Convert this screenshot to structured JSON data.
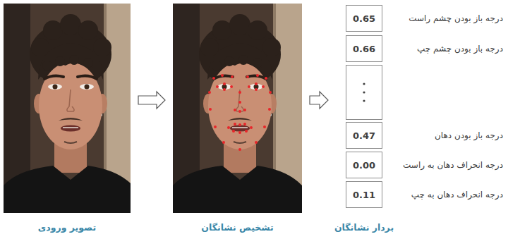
{
  "diagram": {
    "nodes": [
      {
        "text": [
          "تصویر ورودی"
        ]
      },
      {
        "text": [
          "تشخیص نشانگان"
        ]
      },
      {
        "text": [
          "بردار نشانگان"
        ]
      },
      {
        "text": [
          "0.65",
          "درجه باز بودن چشم راست"
        ],
        "in": 2
      },
      {
        "text": [
          "0.66",
          "درجه باز بودن چشم چپ"
        ],
        "in": 2
      },
      {
        "text": [
          "0.47",
          "درجه باز بودن دهان"
        ],
        "in": 2
      },
      {
        "text": [
          "0.00",
          "درجه انحراف دهان به راست"
        ],
        "in": 2
      },
      {
        "text": [
          "0.11",
          "درجه انحراف دهان به چپ"
        ],
        "in": 2
      }
    ],
    "edges": [
      {
        "from": 0,
        "to": 1,
        "arrow": "to"
      },
      {
        "from": 1,
        "to": 2,
        "arrow": "to"
      }
    ]
  }
}
